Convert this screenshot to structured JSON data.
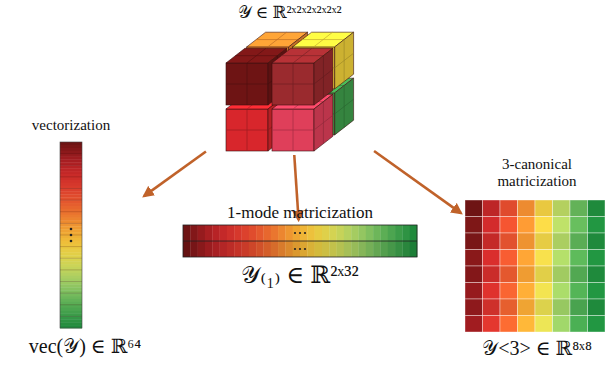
{
  "diagram": {
    "nodes": [
      {
        "text": [
          "𝒴 ∈ ℝ²ˣ²ˣ²ˣ²ˣ²ˣ²"
        ]
      },
      {
        "text": [
          "vectorization",
          "vec(𝒴) ∈ ℝ⁶⁴"
        ]
      },
      {
        "text": [
          "1-mode matricization",
          "𝒴₍₁₎ ∈ ℝ²ˣ³²"
        ]
      },
      {
        "text": [
          "3-canonical matricization",
          "𝒴<3> ∈ ℝ⁸ˣ⁸"
        ]
      }
    ],
    "edges": [
      {
        "from": 0,
        "to": 1,
        "arrow": "to"
      },
      {
        "from": 0,
        "to": 2,
        "arrow": "to"
      },
      {
        "from": 0,
        "to": 3,
        "arrow": "to"
      }
    ]
  }
}
